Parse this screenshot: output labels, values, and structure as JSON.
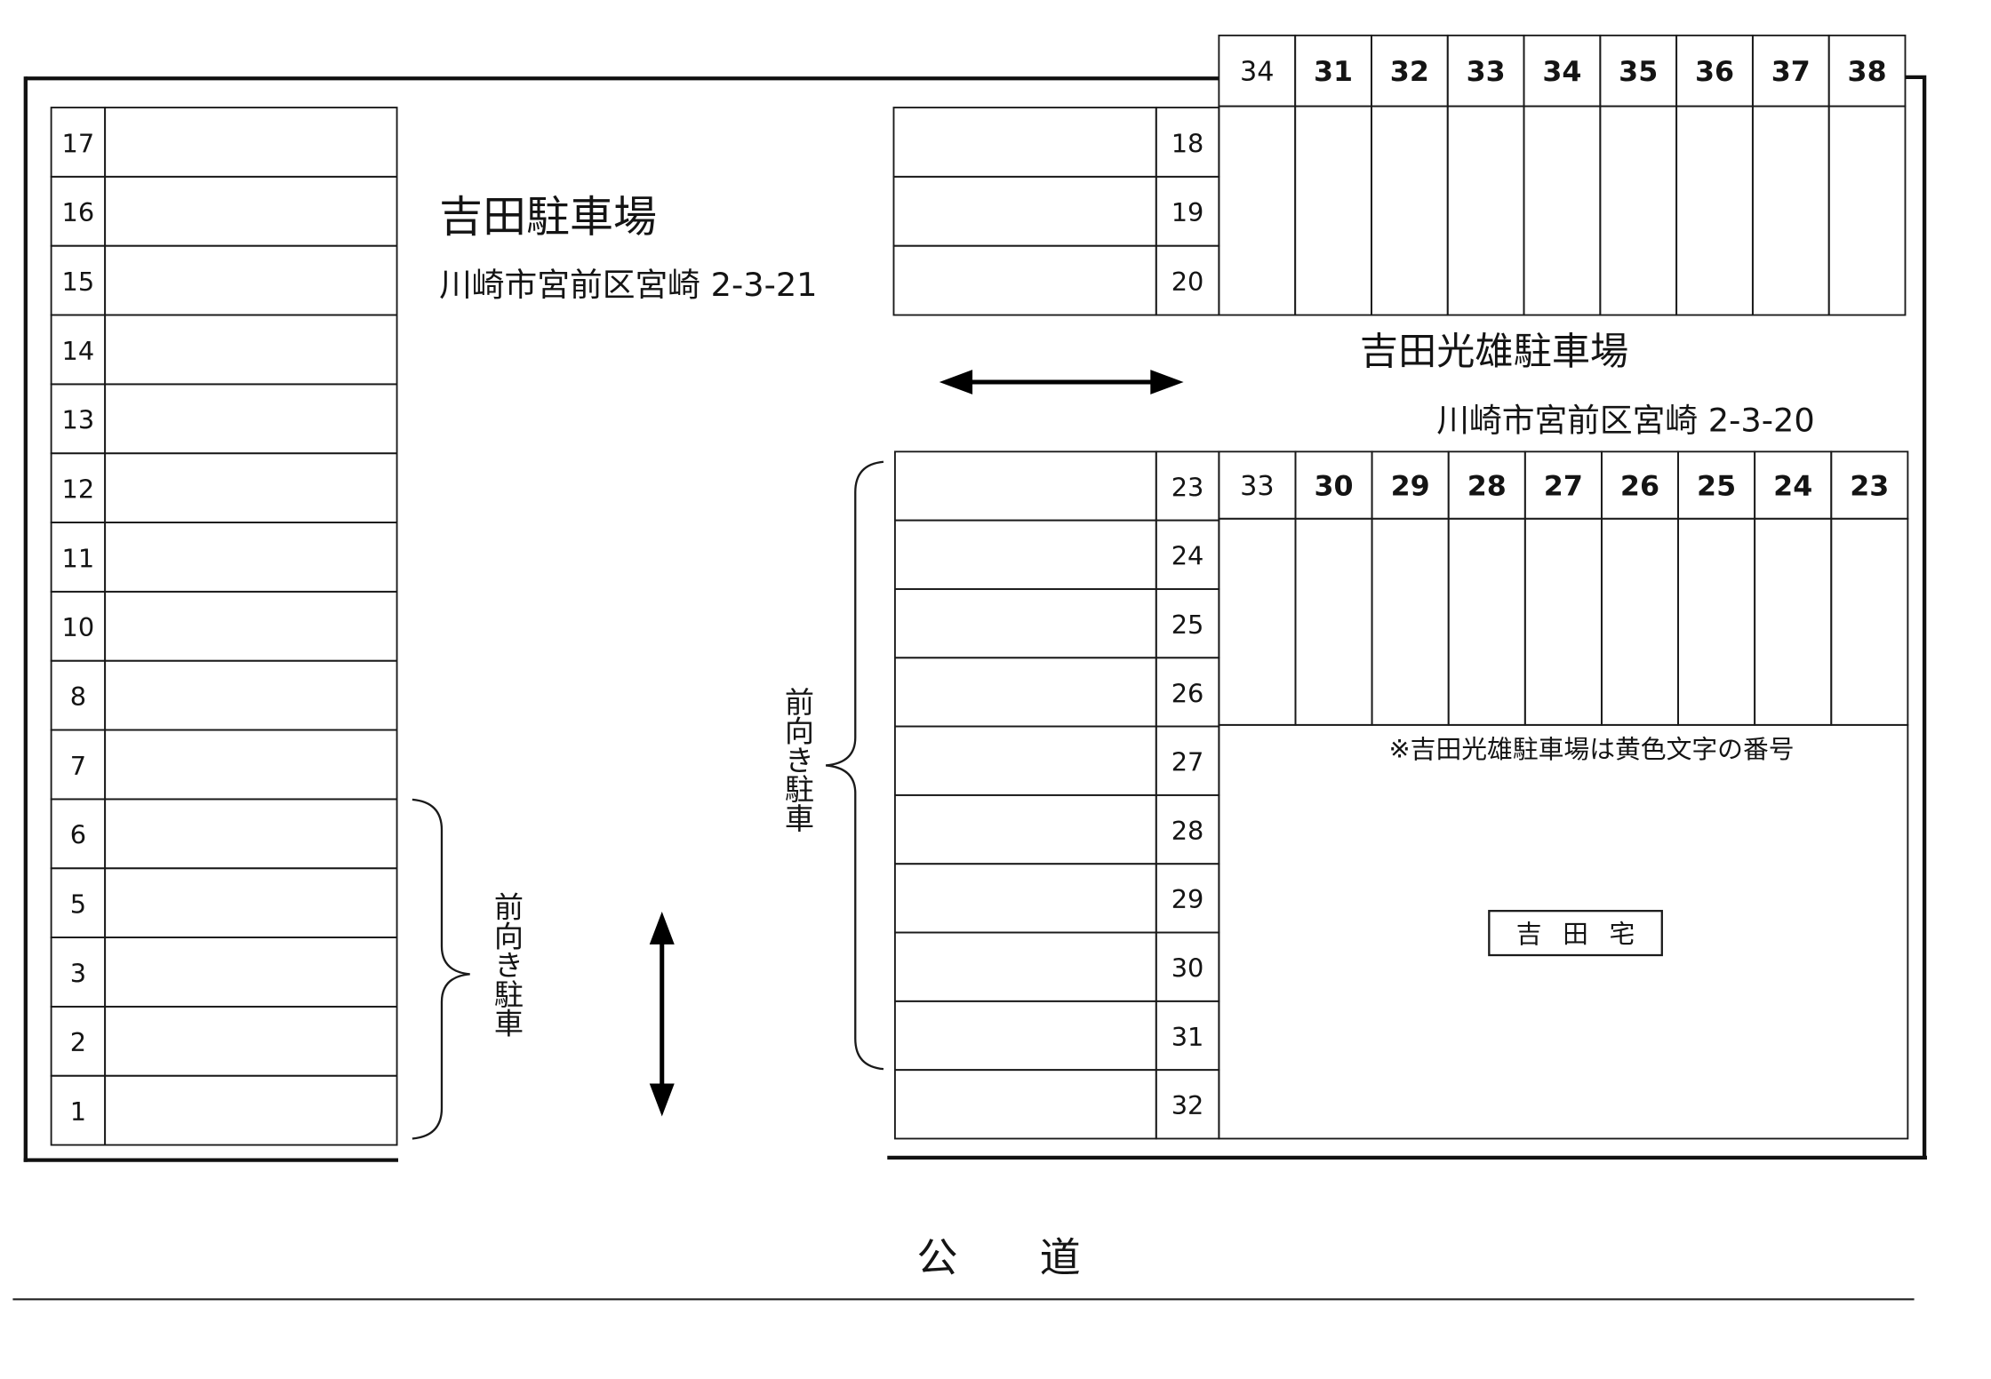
{
  "left_lot": {
    "name": "吉田駐車場",
    "address": "川崎市宮前区宮崎 2-3-21",
    "stalls": [
      "17",
      "16",
      "15",
      "14",
      "13",
      "12",
      "11",
      "10",
      "8",
      "7",
      "6",
      "5",
      "3",
      "2",
      "1"
    ],
    "note": "前向き駐車"
  },
  "right_lot": {
    "name": "吉田光雄駐車場",
    "address": "川崎市宮前区宮崎 2-3-20",
    "upper_rows": [
      "18",
      "19",
      "20"
    ],
    "upper_columns": [
      "34",
      "31",
      "32",
      "33",
      "34",
      "35",
      "36",
      "37",
      "38"
    ],
    "lower_rows": [
      "23",
      "24",
      "25",
      "26",
      "27",
      "28",
      "29",
      "30",
      "31",
      "32"
    ],
    "lower_columns": [
      "33",
      "30",
      "29",
      "28",
      "27",
      "26",
      "25",
      "24",
      "23"
    ],
    "note": "前向き駐車",
    "legend": "※吉田光雄駐車場は黄色文字の番号",
    "house": "吉 田 宅"
  },
  "road": "公　　道"
}
